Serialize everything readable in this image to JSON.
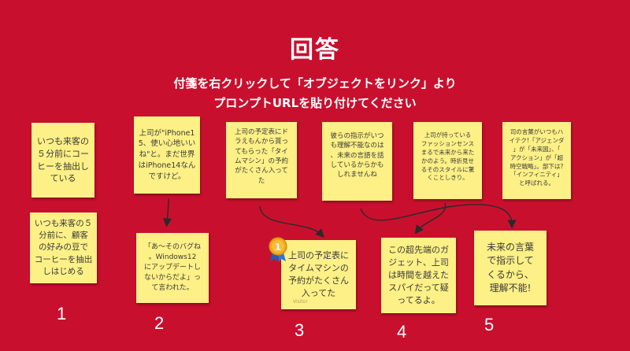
{
  "header": {
    "title": "回答",
    "subtitle_line1": "付箋を右クリックして「オブジェクトをリンク」より",
    "subtitle_line2": "プロンプトURLを貼り付けてください"
  },
  "top_notes": [
    "いつも来客の\n５分前にコー\nヒーを抽出し\nている",
    "上司が\"iPhone1\n5、使い心地いい\nね\"と。まだ世界\nはiPhone14なん\nですけど。",
    "上司の予定表にド\nラえもんから貰っ\nてもらった「タイ\nムマシン」の予約\nがたくさん入って\nた",
    "彼らの指示がいつ\nも理解不能なのは\n、未来の言語を話\nしているからかも\nしれませんね",
    "上司が持っている\nファッションセンス\nまるで未来から来た\nかのよう。時折見せ\nるそのスタイルに驚\nくことしきり。",
    "司の言葉がいつもハ\nイテク!「アジェンダ\n」が「未来図」、「\nアクション」が「超\n時空戦略」。部下は?\n「インフィニティ」\nと呼ばれる。"
  ],
  "answer_notes": [
    "いつも来客の５\n分前に、顧客\nの好みの豆で\nコーヒーを抽出\nしはじめる",
    "「あ～そのバグね\n。Windows12\nにアップデートし\nないからだよ」っ\nて言われた。",
    "上司の予定表に\nタイムマシンの\n予約がたくさん\n入ってた",
    "この超先端のガ\nジェット、上司\nは時間を越えた\nスパイだって疑\nってるよ。",
    "未来の言葉\nで指示して\nくるから、\n理解不能!"
  ],
  "numbers": [
    "1",
    "2",
    "3",
    "4",
    "5"
  ],
  "badge": {
    "icon": "medal-icon",
    "text": "1"
  },
  "watermark": "Visitor",
  "colors": {
    "background": "#c8102e",
    "note": "#fdf086",
    "text": "#3a3a3a",
    "badge": "#f2a71b"
  }
}
